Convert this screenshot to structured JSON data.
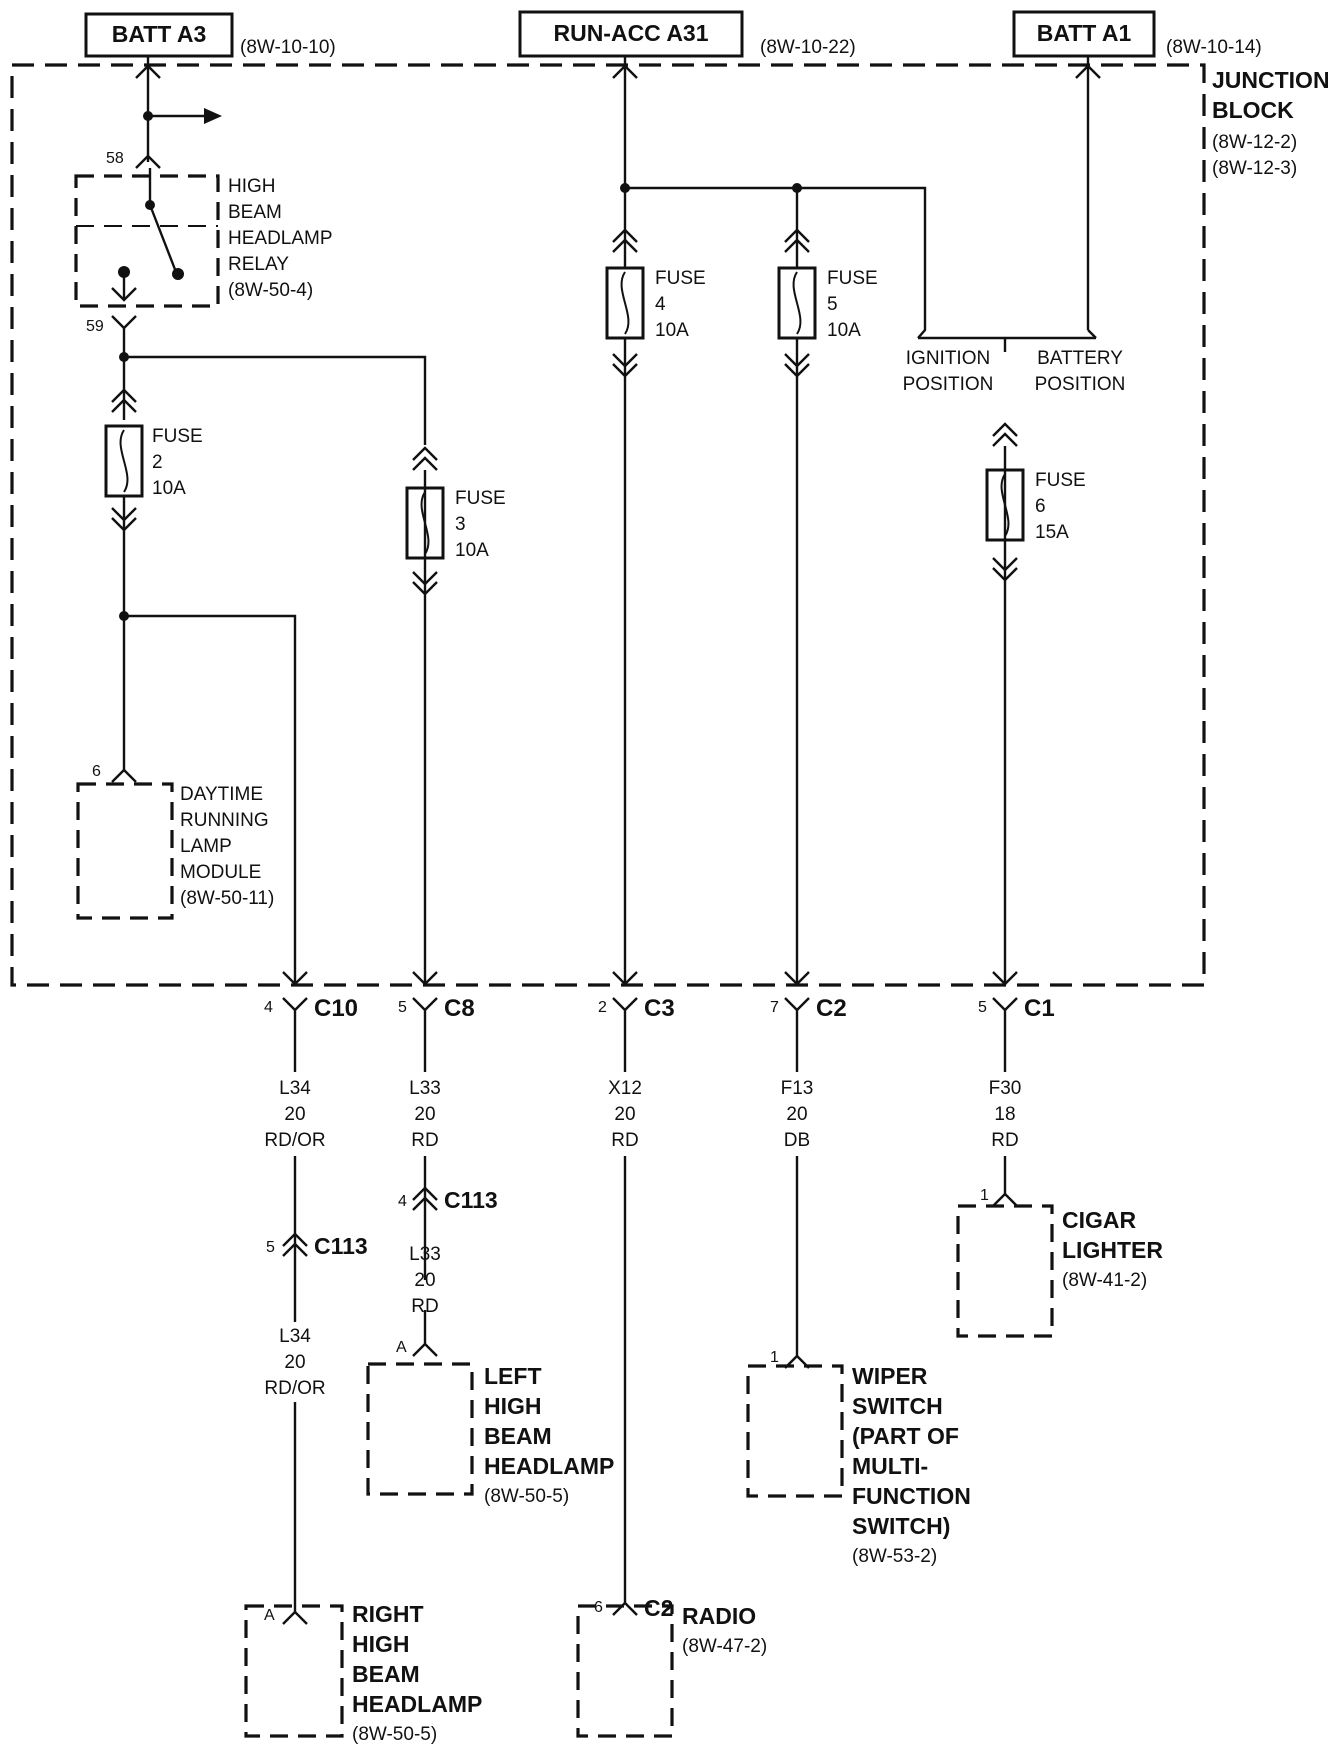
{
  "sources": [
    {
      "name": "BATT A3",
      "ref": "(8W-10-10)"
    },
    {
      "name": "RUN-ACC A31",
      "ref": "(8W-10-22)"
    },
    {
      "name": "BATT A1",
      "ref": "(8W-10-14)"
    }
  ],
  "junction_block": {
    "title1": "JUNCTION",
    "title2": "BLOCK",
    "ref1": "(8W-12-2)",
    "ref2": "(8W-12-3)"
  },
  "relay": {
    "pin_in": "58",
    "pin_out": "59",
    "lines": [
      "HIGH",
      "BEAM",
      "HEADLAMP",
      "RELAY",
      "(8W-50-4)"
    ]
  },
  "fuses": [
    {
      "label": "FUSE",
      "number": "2",
      "rating": "10A"
    },
    {
      "label": "FUSE",
      "number": "3",
      "rating": "10A"
    },
    {
      "label": "FUSE",
      "number": "4",
      "rating": "10A"
    },
    {
      "label": "FUSE",
      "number": "5",
      "rating": "10A"
    },
    {
      "label": "FUSE",
      "number": "6",
      "rating": "15A"
    }
  ],
  "switch_positions": {
    "ignition1": "IGNITION",
    "ignition2": "POSITION",
    "battery1": "BATTERY",
    "battery2": "POSITION"
  },
  "drl_module": {
    "pin": "6",
    "lines": [
      "DAYTIME",
      "RUNNING",
      "LAMP",
      "MODULE",
      "(8W-50-11)"
    ]
  },
  "connectors": [
    {
      "pin": "4",
      "name": "C10"
    },
    {
      "pin": "5",
      "name": "C8"
    },
    {
      "pin": "2",
      "name": "C3"
    },
    {
      "pin": "7",
      "name": "C2"
    },
    {
      "pin": "5",
      "name": "C1"
    }
  ],
  "wires": [
    {
      "circuit": "L34",
      "gauge": "20",
      "color": "RD/OR"
    },
    {
      "circuit": "L33",
      "gauge": "20",
      "color": "RD"
    },
    {
      "circuit": "X12",
      "gauge": "20",
      "color": "RD"
    },
    {
      "circuit": "F13",
      "gauge": "20",
      "color": "DB"
    },
    {
      "circuit": "F30",
      "gauge": "18",
      "color": "RD"
    }
  ],
  "inline_c113_right": {
    "pin": "5",
    "name": "C113"
  },
  "inline_c113_left": {
    "pin": "4",
    "name": "C113"
  },
  "wire_l34_lower": {
    "circuit": "L34",
    "gauge": "20",
    "color": "RD/OR"
  },
  "wire_l33_lower": {
    "circuit": "L33",
    "gauge": "20",
    "color": "RD"
  },
  "cigar_lighter": {
    "pin": "1",
    "line1": "CIGAR",
    "line2": "LIGHTER",
    "ref": "(8W-41-2)"
  },
  "left_headlamp": {
    "pin": "A",
    "line1": "LEFT",
    "line2": "HIGH",
    "line3": "BEAM",
    "line4": "HEADLAMP",
    "ref": "(8W-50-5)"
  },
  "wiper_switch": {
    "pin": "1",
    "line1": "WIPER",
    "line2": "SWITCH",
    "line3": "(PART OF",
    "line4": "MULTI-",
    "line5": "FUNCTION",
    "line6": "SWITCH)",
    "ref": "(8W-53-2)"
  },
  "right_headlamp": {
    "pin": "A",
    "line1": "RIGHT",
    "line2": "HIGH",
    "line3": "BEAM",
    "line4": "HEADLAMP",
    "ref": "(8W-50-5)"
  },
  "radio": {
    "pin": "6",
    "connector": "C2",
    "line1": "RADIO",
    "ref": "(8W-47-2)"
  }
}
